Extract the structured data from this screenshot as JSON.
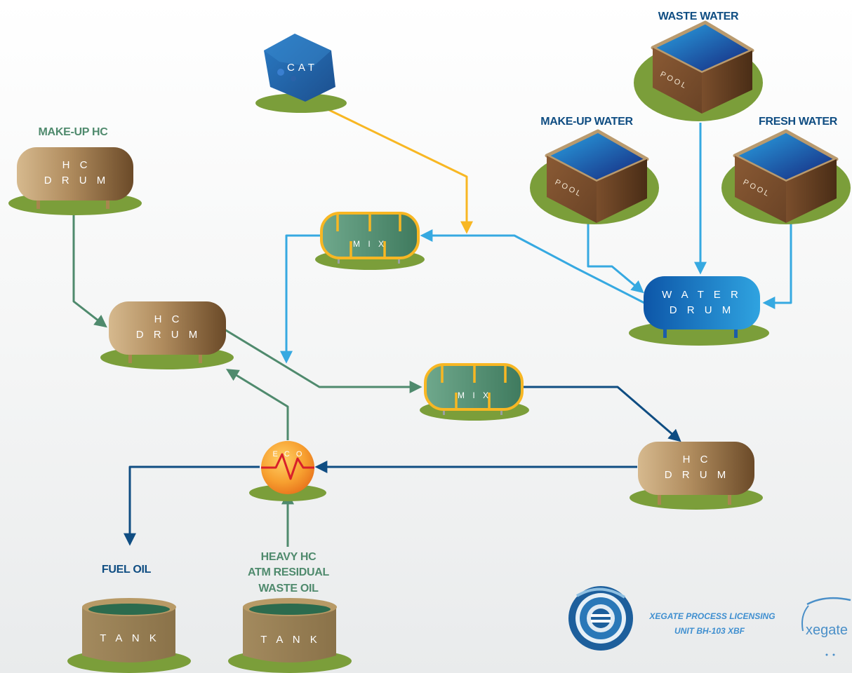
{
  "colors": {
    "ground": "#7b9e3a",
    "hc_flow": "#4f8a6d",
    "water_flow": "#36a9e1",
    "product_flow": "#0f4d82",
    "catalyst_flow": "#f8b723",
    "label_green": "#4f8a6d",
    "label_blue": "#0f4d82"
  },
  "labels": {
    "waste_water": "WASTE WATER",
    "makeup_water": "MAKE-UP WATER",
    "fresh_water": "FRESH WATER",
    "makeup_hc": "MAKE-UP HC",
    "fuel_oil": "FUEL OIL",
    "heavy_hc_1": "HEAVY HC",
    "heavy_hc_2": "ATM RESIDUAL",
    "heavy_hc_3": "WASTE OIL"
  },
  "units": {
    "cat": "CAT",
    "pool": "POOL",
    "hc_drum_1": "H C",
    "hc_drum_2": "D R U M",
    "water_drum_1": "W A T E R",
    "water_drum_2": "D R U M",
    "mix": "M I X",
    "eco": "E C O",
    "tank": "T A N K"
  },
  "footer": {
    "line1": "XEGATE PROCESS LICENSING",
    "line2": "UNIT BH-103 XBF",
    "brand": "xegate"
  }
}
